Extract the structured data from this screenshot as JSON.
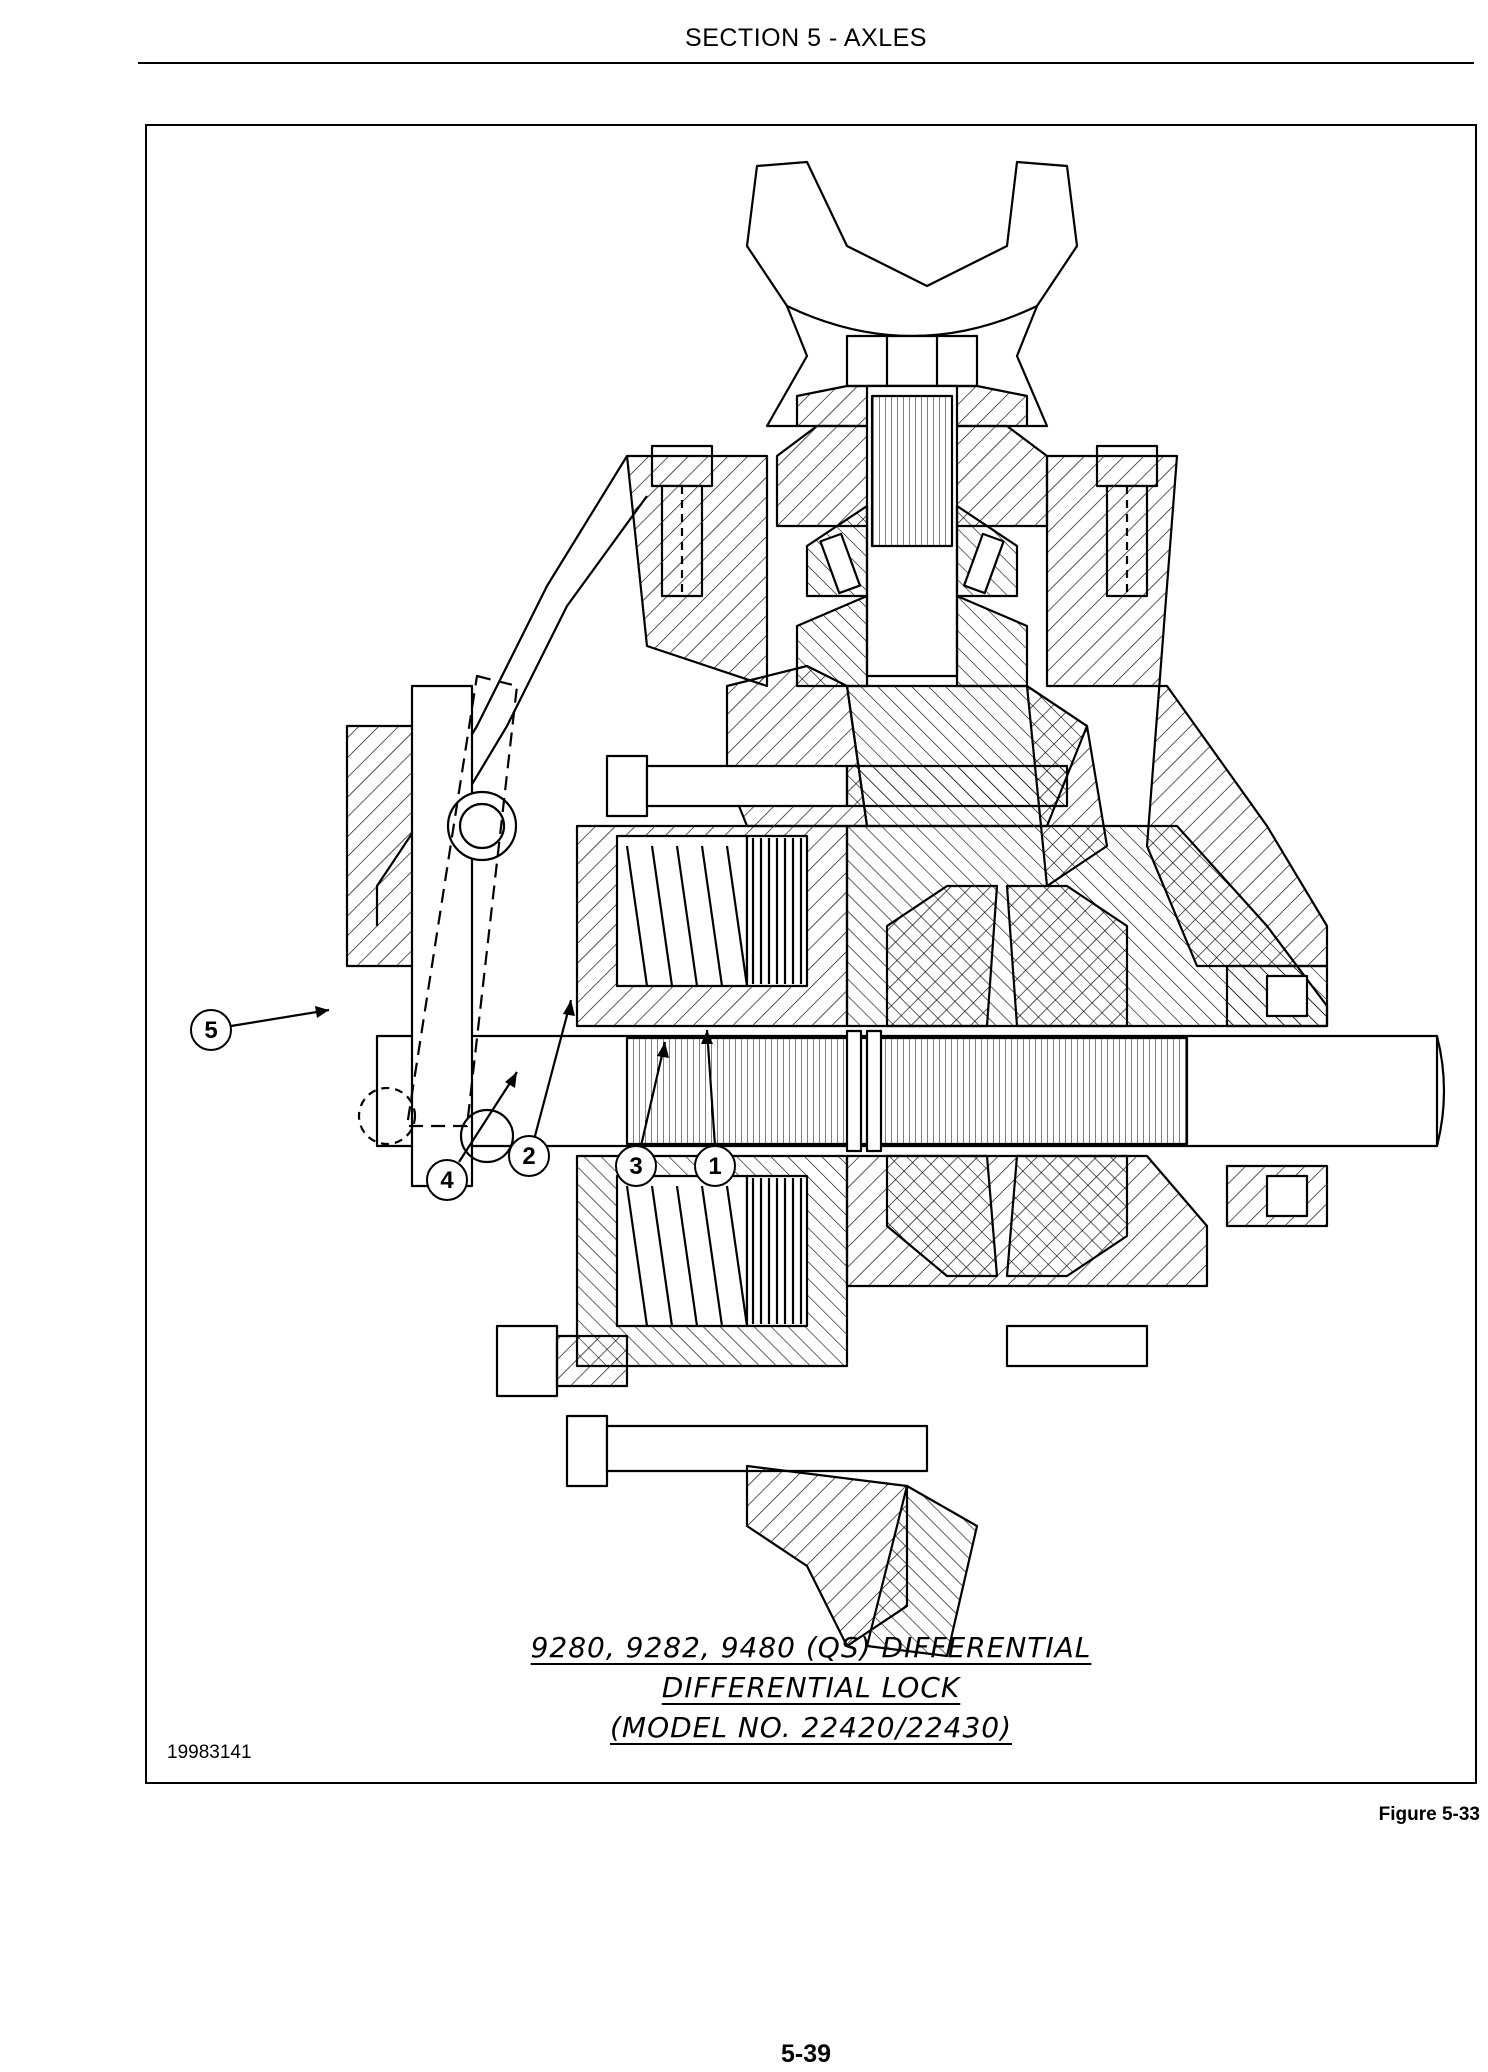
{
  "header": {
    "section_title": "SECTION 5 - AXLES"
  },
  "figure": {
    "id": "19983141",
    "caption_lines": [
      "9280, 9282, 9480 (QS) DIFFERENTIAL",
      "DIFFERENTIAL LOCK",
      "(MODEL NO. 22420/22430)"
    ],
    "callouts": [
      "1",
      "2",
      "3",
      "4",
      "5"
    ],
    "label": "Figure 5-33"
  },
  "footer": {
    "page_number": "5-39"
  }
}
